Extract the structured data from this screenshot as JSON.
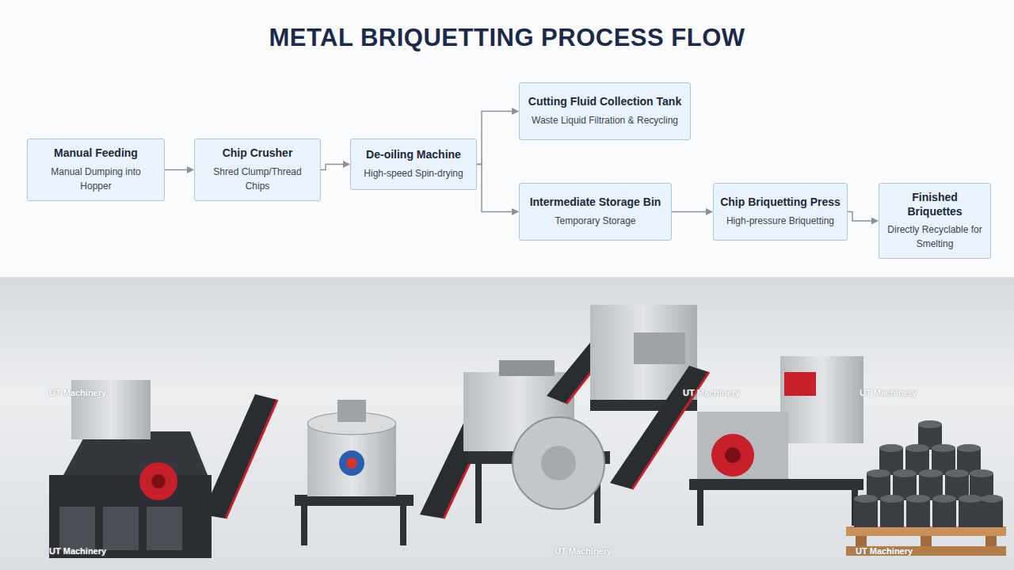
{
  "diagram": {
    "title": "METAL BRIQUETTING PROCESS FLOW",
    "nodes": [
      {
        "text": [
          "Manual Feeding",
          "Manual Dumping into Hopper"
        ]
      },
      {
        "text": [
          "Chip Crusher",
          "Shred Clump/Thread Chips"
        ]
      },
      {
        "text": [
          "De-oiling Machine",
          "High-speed Spin-drying"
        ]
      },
      {
        "text": [
          "Cutting Fluid Collection Tank",
          "Waste Liquid Filtration & Recycling"
        ]
      },
      {
        "text": [
          "Intermediate Storage Bin",
          "Temporary Storage"
        ]
      },
      {
        "text": [
          "Chip Briquetting Press",
          "High-pressure Briquetting"
        ]
      },
      {
        "text": [
          "Finished Briquettes",
          "Directly Recyclable for Smelting"
        ]
      }
    ],
    "edges": [
      {
        "from": 0,
        "to": 1,
        "arrow": "to"
      },
      {
        "from": 1,
        "to": 2,
        "arrow": "to"
      },
      {
        "from": 2,
        "to": 3,
        "arrow": "to"
      },
      {
        "from": 2,
        "to": 4,
        "arrow": "to"
      },
      {
        "from": 4,
        "to": 5,
        "arrow": "to"
      },
      {
        "from": 5,
        "to": 6,
        "arrow": "to"
      }
    ],
    "labels": [
      "UT Machinery",
      "UT Machinery",
      "UT Machinery",
      "UT Machinery",
      "UT Machinery",
      "UT Machinery"
    ]
  }
}
